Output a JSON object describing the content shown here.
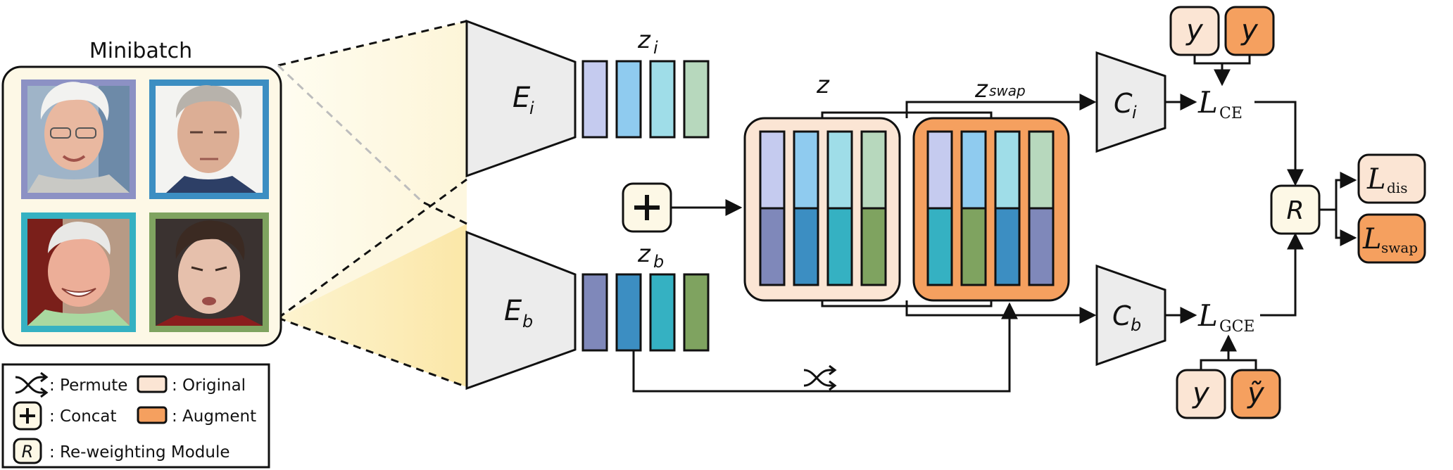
{
  "minibatch": {
    "title": "Minibatch"
  },
  "encoders": {
    "intrinsic": {
      "label_main": "E",
      "label_sub": "i"
    },
    "bias": {
      "label_main": "E",
      "label_sub": "b"
    }
  },
  "latents": {
    "zi": {
      "main": "z",
      "sub": "i"
    },
    "zb": {
      "main": "z",
      "sub": "b"
    },
    "z": "z",
    "zswap": {
      "main": "z",
      "sub": "swap"
    }
  },
  "classifiers": {
    "intrinsic": {
      "label_main": "C",
      "label_sub": "i"
    },
    "bias": {
      "label_main": "C",
      "label_sub": "b"
    }
  },
  "losses": {
    "ce": {
      "main": "L",
      "sub": "CE"
    },
    "gce": {
      "main": "L",
      "sub": "GCE"
    },
    "dis": {
      "main": "L",
      "sub": "dis"
    },
    "swap": {
      "main": "L",
      "sub": "swap"
    }
  },
  "targets": {
    "y": "y",
    "y_tilde": "ỹ"
  },
  "reweight": {
    "label": "R"
  },
  "legend": {
    "permute": ": Permute",
    "concat": ": Concat",
    "reweight": ": Re-weighting Module",
    "original": ": Original",
    "augment": ": Augment",
    "reweight_symbol": "R"
  },
  "colors": {
    "original_fill": "#fbe5d4",
    "augment_fill": "#f5a05f",
    "module_fill": "#fdf8e6",
    "encoder_fill": "#ececec",
    "zi_blocks": [
      "#c5cbef",
      "#8fcbef",
      "#9fdde8",
      "#b7d8bd"
    ],
    "zb_blocks": [
      "#7f88ba",
      "#3c8ec2",
      "#35b1c2",
      "#7fa360"
    ],
    "photo_frames": [
      "#8c91c4",
      "#3c8ec2",
      "#35b1c2",
      "#7fa360"
    ],
    "fan_fill": "#fdf0c2"
  }
}
